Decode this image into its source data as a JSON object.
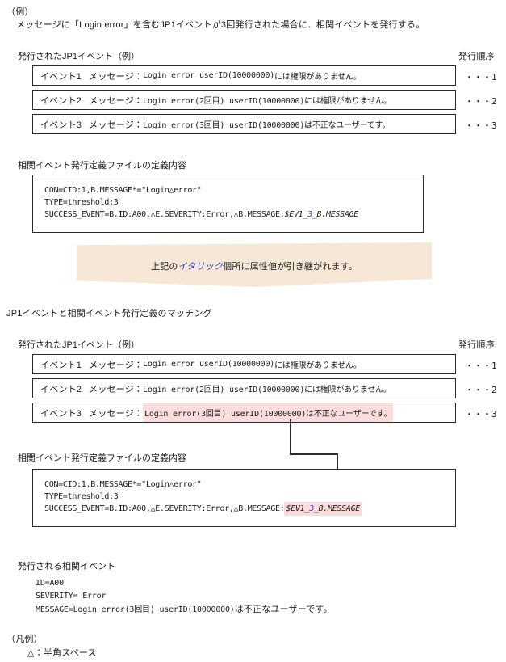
{
  "intro": {
    "label": "（例）",
    "description": "メッセージに「Login error」を含むJP1イベントが3回発行された場合に．相関イベントを発行する。"
  },
  "section1": {
    "events_caption": "発行されたJP1イベント（例）",
    "order_header": "発行順序",
    "events": [
      {
        "name": "イベント1",
        "msg_label": "メッセージ：",
        "message_mono": "Login error userID(10000000)",
        "message_jp": "には権限がありません。",
        "order": "・・・1",
        "highlighted": false
      },
      {
        "name": "イベント2",
        "msg_label": "メッセージ：",
        "message_mono": "Login error(2回目) userID(10000000)",
        "message_jp": "には権限がありません。",
        "order": "・・・2",
        "highlighted": false
      },
      {
        "name": "イベント3",
        "msg_label": "メッセージ：",
        "message_mono": "Login error(3回目) userID(10000000)",
        "message_jp": "は不正なユーザーです。",
        "order": "・・・3",
        "highlighted": false
      }
    ],
    "def_caption": "相関イベント発行定義ファイルの定義内容",
    "def_lines": {
      "line1": "CON=CID:1,B.MESSAGE*=\"Login△error\"",
      "line2": "TYPE=threshold:3",
      "line3_prefix": "SUCCESS_EVENT=B.ID:A00,△E.SEVERITY:Error,△B.MESSAGE:",
      "line3_var_a": "$EV1_",
      "line3_var_b": "3",
      "line3_var_c": "_B.MESSAGE"
    },
    "ribbon": {
      "text_before": "上記の",
      "text_italic": "イタリック",
      "text_after": "個所に属性値が引き継がれます。"
    }
  },
  "section2": {
    "heading": "JP1イベントと相関イベント発行定義のマッチング",
    "events_caption": "発行されたJP1イベント（例）",
    "order_header": "発行順序",
    "events": [
      {
        "name": "イベント1",
        "msg_label": "メッセージ：",
        "message_mono": "Login error userID(10000000)",
        "message_jp": "には権限がありません。",
        "order": "・・・1",
        "highlighted": false
      },
      {
        "name": "イベント2",
        "msg_label": "メッセージ：",
        "message_mono": "Login error(2回目) userID(10000000)",
        "message_jp": "には権限がありません。",
        "order": "・・・2",
        "highlighted": false
      },
      {
        "name": "イベント3",
        "msg_label": "メッセージ：",
        "message_mono": "Login error(3回目) userID(10000000)",
        "message_jp": "は不正なユーザーです。",
        "order": "・・・3",
        "highlighted": true
      }
    ],
    "def_caption": "相関イベント発行定義ファイルの定義内容",
    "def_lines": {
      "line1": "CON=CID:1,B.MESSAGE*=\"Login△error\"",
      "line2": "TYPE=threshold:3",
      "line3_prefix": "SUCCESS_EVENT=B.ID:A00,△E.SEVERITY:Error,△B.MESSAGE:",
      "line3_var_a": "$EV1_",
      "line3_var_b": "3",
      "line3_var_c": "_B.MESSAGE"
    }
  },
  "section3": {
    "caption": "発行される相関イベント",
    "lines": {
      "id": "ID=A00",
      "severity": "SEVERITY= Error",
      "message_mono": "MESSAGE=Login error(3回目) userID(10000000)",
      "message_jp": "は不正なユーザーです。"
    }
  },
  "legend": {
    "title": "（凡例）",
    "entry": "△：半角スペース"
  },
  "colors": {
    "highlight_pink": "#fbdcdc",
    "ribbon_beige": "#f7e7d7",
    "italic_blue": "#2b3fd8",
    "border": "#2b2b2b"
  }
}
